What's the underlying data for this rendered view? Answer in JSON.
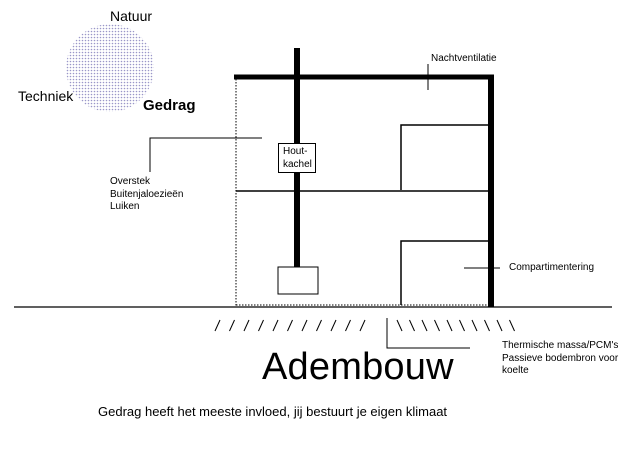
{
  "venn": {
    "top_label": "Natuur",
    "left_label": "Techniek",
    "right_label": "Gedrag",
    "dot_color": "#9a96c8"
  },
  "house": {
    "ventilation_label": "Nachtventilatie",
    "stove_label": "Hout-\nkachel",
    "shading_label": "Overstek\nBuitenjaloezieën\nLuiken",
    "compartment_label": "Compartimentering",
    "ground_label": "Thermische massa/PCM's\nPassieve bodembron voor\nkoelte"
  },
  "title": "Adembouw",
  "caption": "Gedrag heeft het meeste invloed, jij bestuurt je eigen klimaat"
}
